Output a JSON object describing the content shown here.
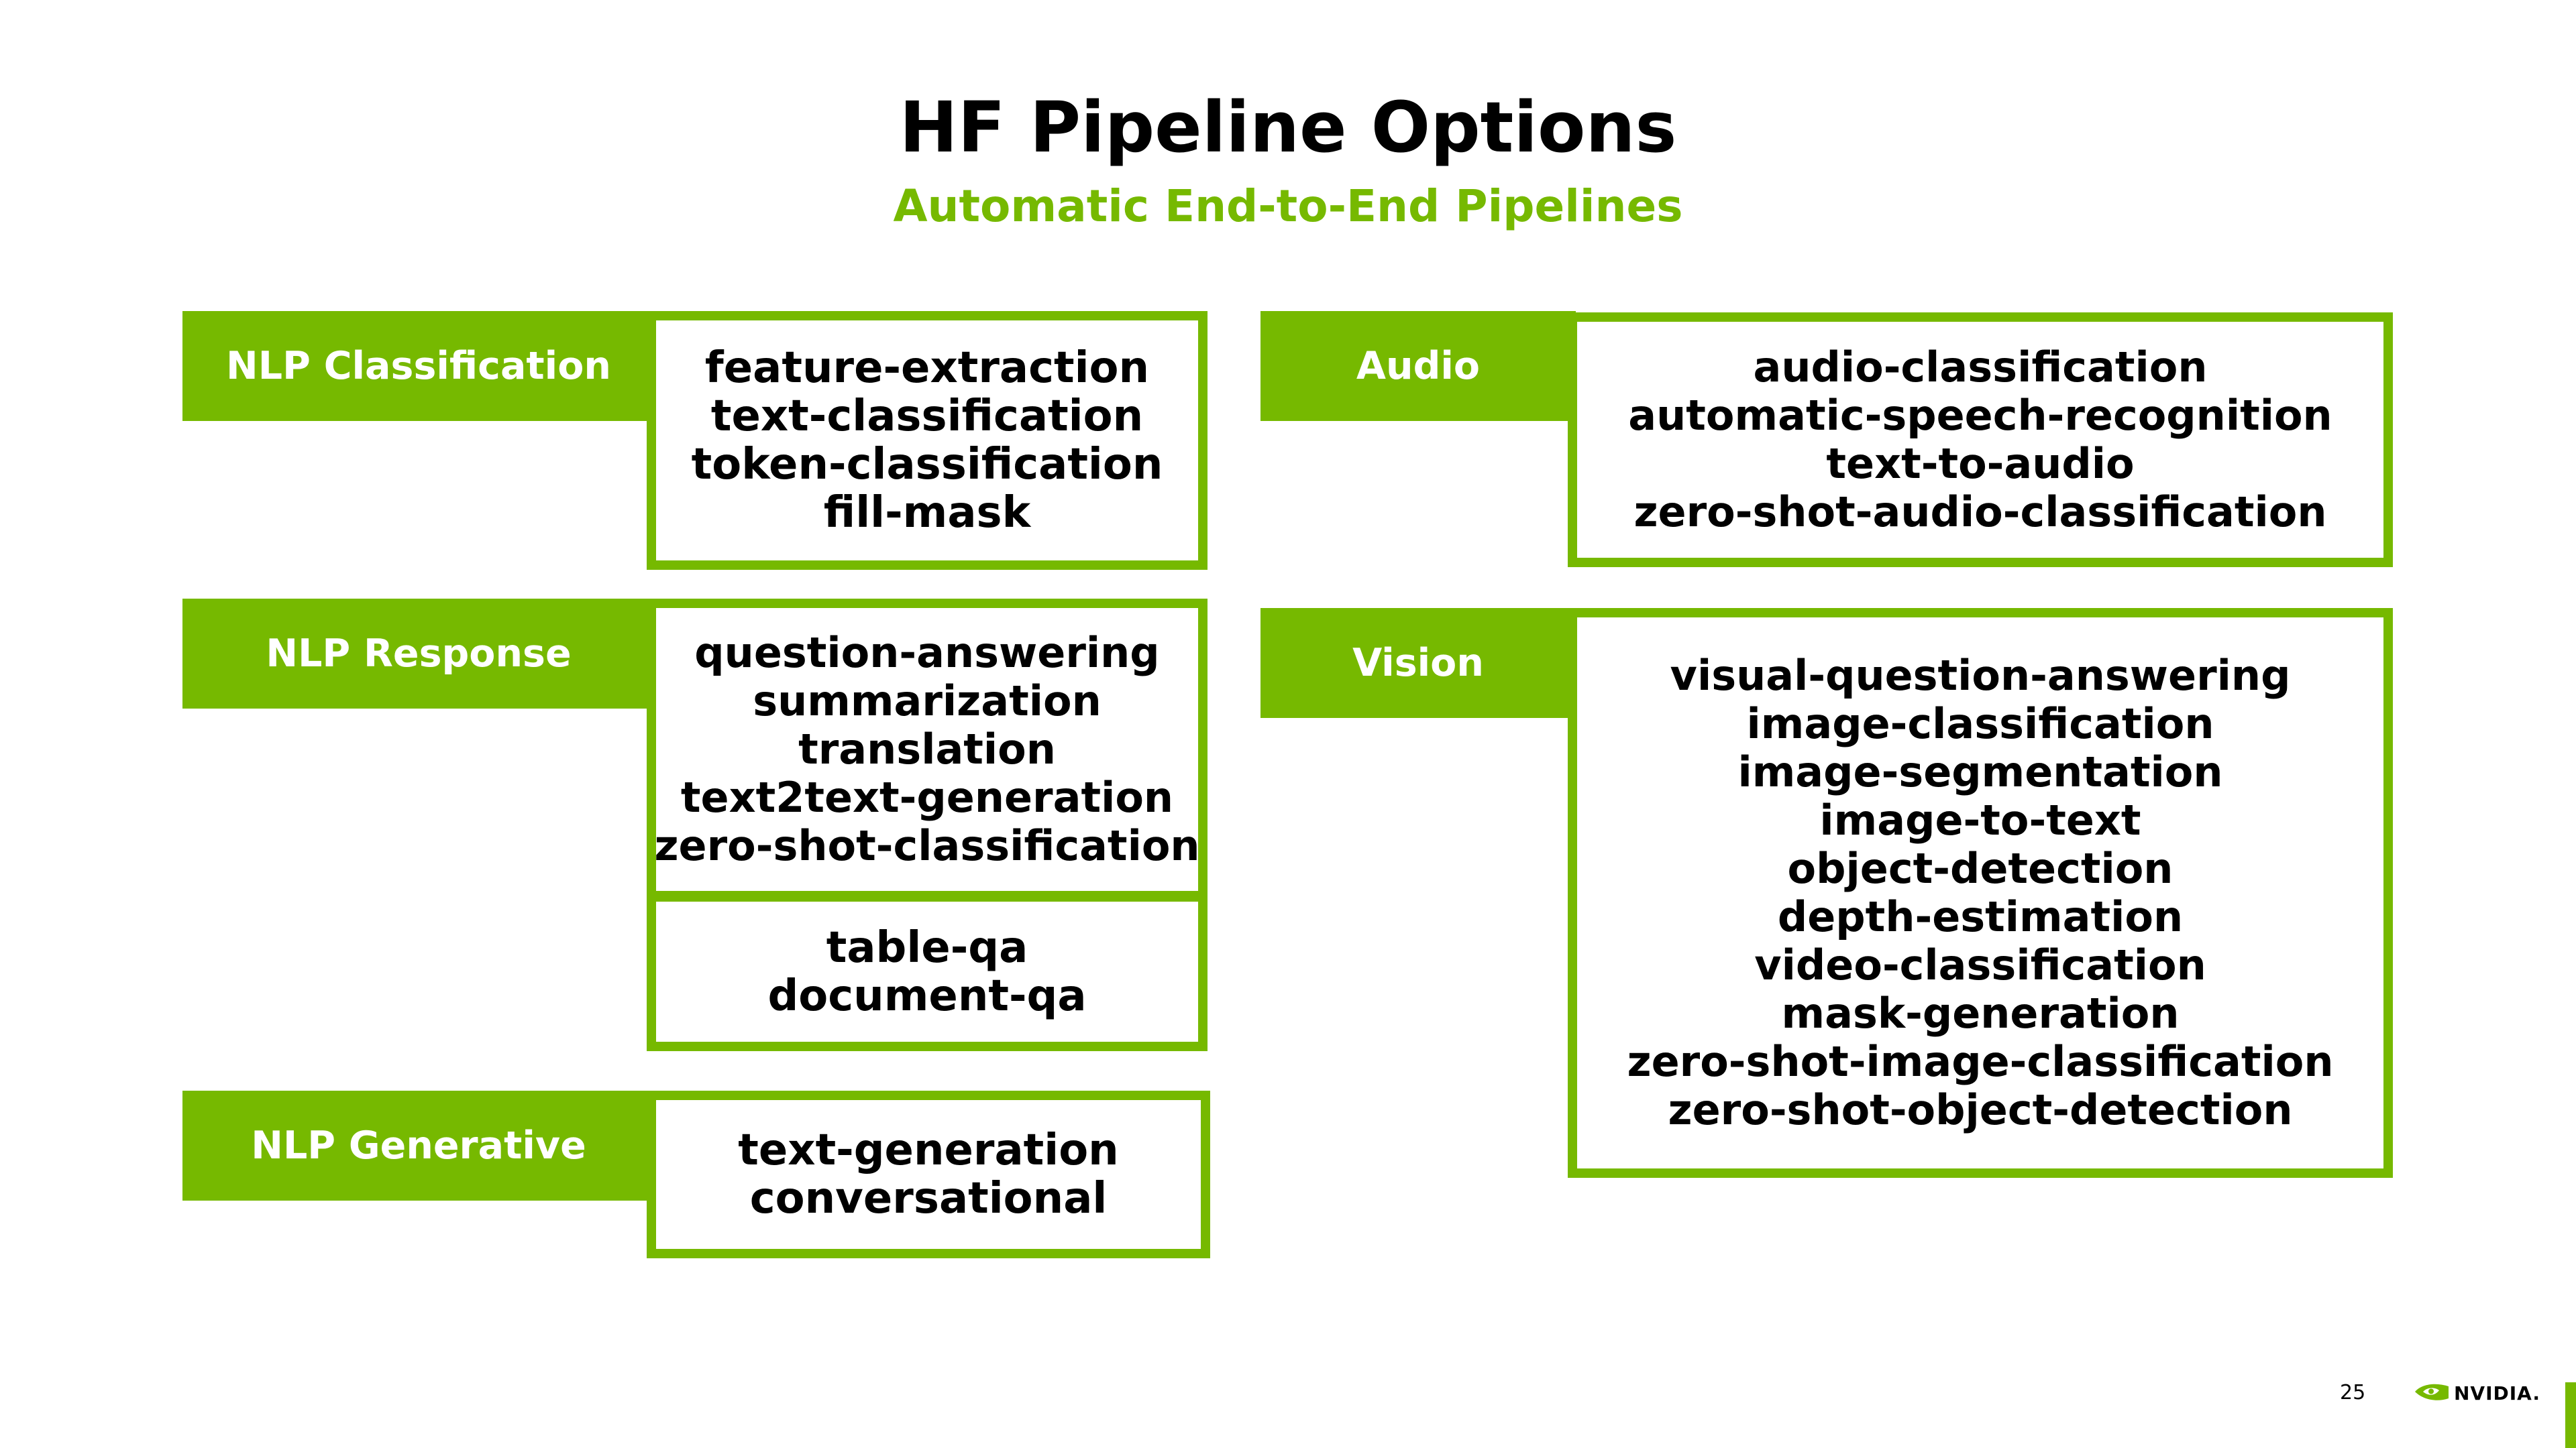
{
  "title": "HF Pipeline Options",
  "subtitle": "Automatic End-to-End Pipelines",
  "accent_color": "#76b900",
  "groups": {
    "nlp_classification": {
      "label": "NLP Classification",
      "items": [
        "feature-extraction",
        "text-classification",
        "token-classification",
        "fill-mask"
      ]
    },
    "nlp_response": {
      "label": "NLP Response",
      "items": [
        "question-answering",
        "summarization",
        "translation",
        "text2text-generation",
        "zero-shot-classification"
      ],
      "items_secondary": [
        "table-qa",
        "document-qa"
      ]
    },
    "nlp_generative": {
      "label": "NLP Generative",
      "items": [
        "text-generation",
        "conversational"
      ]
    },
    "audio": {
      "label": "Audio",
      "items": [
        "audio-classification",
        "automatic-speech-recognition",
        "text-to-audio",
        "zero-shot-audio-classification"
      ]
    },
    "vision": {
      "label": "Vision",
      "items": [
        "visual-question-answering",
        "image-classification",
        "image-segmentation",
        "image-to-text",
        "object-detection",
        "depth-estimation",
        "video-classification",
        "mask-generation",
        "zero-shot-image-classification",
        "zero-shot-object-detection"
      ]
    }
  },
  "footer": {
    "page_number": "25",
    "logo_text": "NVIDIA.",
    "logo_icon": "nvidia-eye-icon"
  }
}
